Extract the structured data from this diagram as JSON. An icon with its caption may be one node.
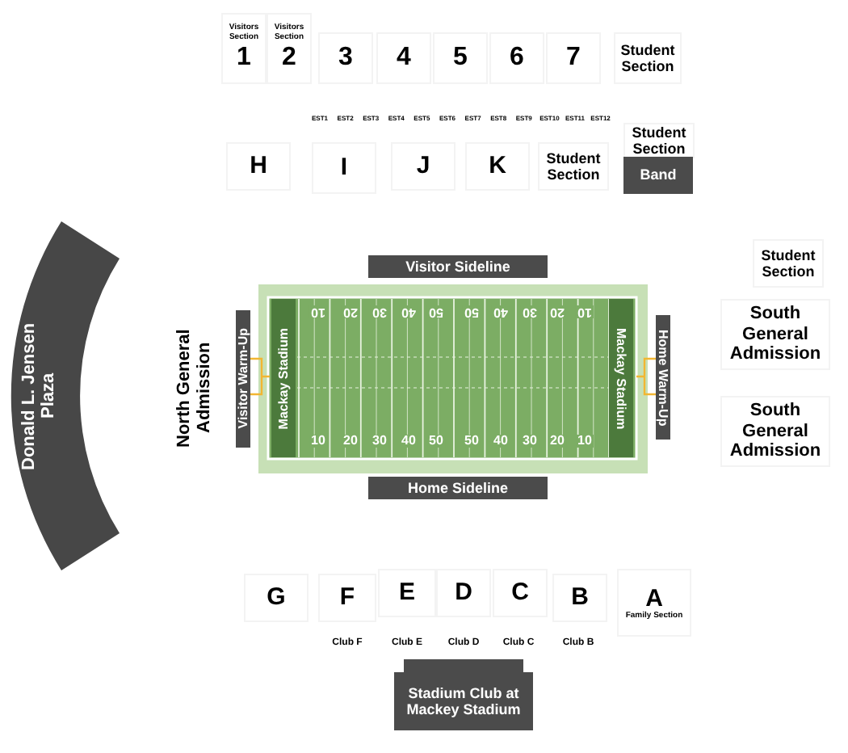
{
  "diagram": {
    "nodes": [
      {
        "text": [
          "Visitors Section",
          "1"
        ]
      },
      {
        "text": [
          "Visitors Section",
          "2"
        ]
      },
      {
        "text": [
          "3"
        ]
      },
      {
        "text": [
          "4"
        ]
      },
      {
        "text": [
          "5"
        ]
      },
      {
        "text": [
          "6"
        ]
      },
      {
        "text": [
          "7"
        ]
      },
      {
        "text": [
          "Student Section"
        ]
      },
      {
        "text": [
          "Student Section"
        ]
      },
      {
        "text": [
          "Band"
        ]
      },
      {
        "text": [
          "H"
        ]
      },
      {
        "text": [
          "I"
        ]
      },
      {
        "text": [
          "J"
        ]
      },
      {
        "text": [
          "K"
        ]
      },
      {
        "text": [
          "Student Section"
        ]
      },
      {
        "text": [
          "Visitor Sideline"
        ]
      },
      {
        "text": [
          "Student Section"
        ]
      },
      {
        "text": [
          "Donald L. Jensen Plaza"
        ]
      },
      {
        "text": [
          "North General Admission"
        ]
      },
      {
        "text": [
          "Visitor Warm-Up"
        ]
      },
      {
        "text": [],
        "shape": "box"
      },
      {
        "text": [
          "Mackay Stadium"
        ],
        "in": 20
      },
      {
        "text": [
          "Mackay Stadium"
        ],
        "in": 20
      },
      {
        "text": [
          "Home Warm-Up"
        ]
      },
      {
        "text": [
          "South General Admission"
        ]
      },
      {
        "text": [
          "South General Admission"
        ]
      },
      {
        "text": [
          "Home Sideline"
        ]
      },
      {
        "text": [
          "G"
        ]
      },
      {
        "text": [
          "F"
        ]
      },
      {
        "text": [
          "E"
        ]
      },
      {
        "text": [
          "D"
        ]
      },
      {
        "text": [
          "C"
        ]
      },
      {
        "text": [
          "B"
        ]
      },
      {
        "text": [
          "A",
          "Family Section"
        ]
      },
      {
        "text": [
          "Stadium Club at Mackey Stadium"
        ]
      }
    ],
    "labels": [
      "EST1",
      "EST2",
      "EST3",
      "EST4",
      "EST5",
      "EST6",
      "EST7",
      "EST8",
      "EST9",
      "EST10",
      "EST11",
      "EST12",
      "10",
      "20",
      "30",
      "40",
      "50",
      "50",
      "40",
      "30",
      "20",
      "10",
      "10",
      "20",
      "30",
      "40",
      "50",
      "50",
      "40",
      "30",
      "20",
      "10",
      "Club F",
      "Club E",
      "Club D",
      "Club C",
      "Club B"
    ]
  }
}
